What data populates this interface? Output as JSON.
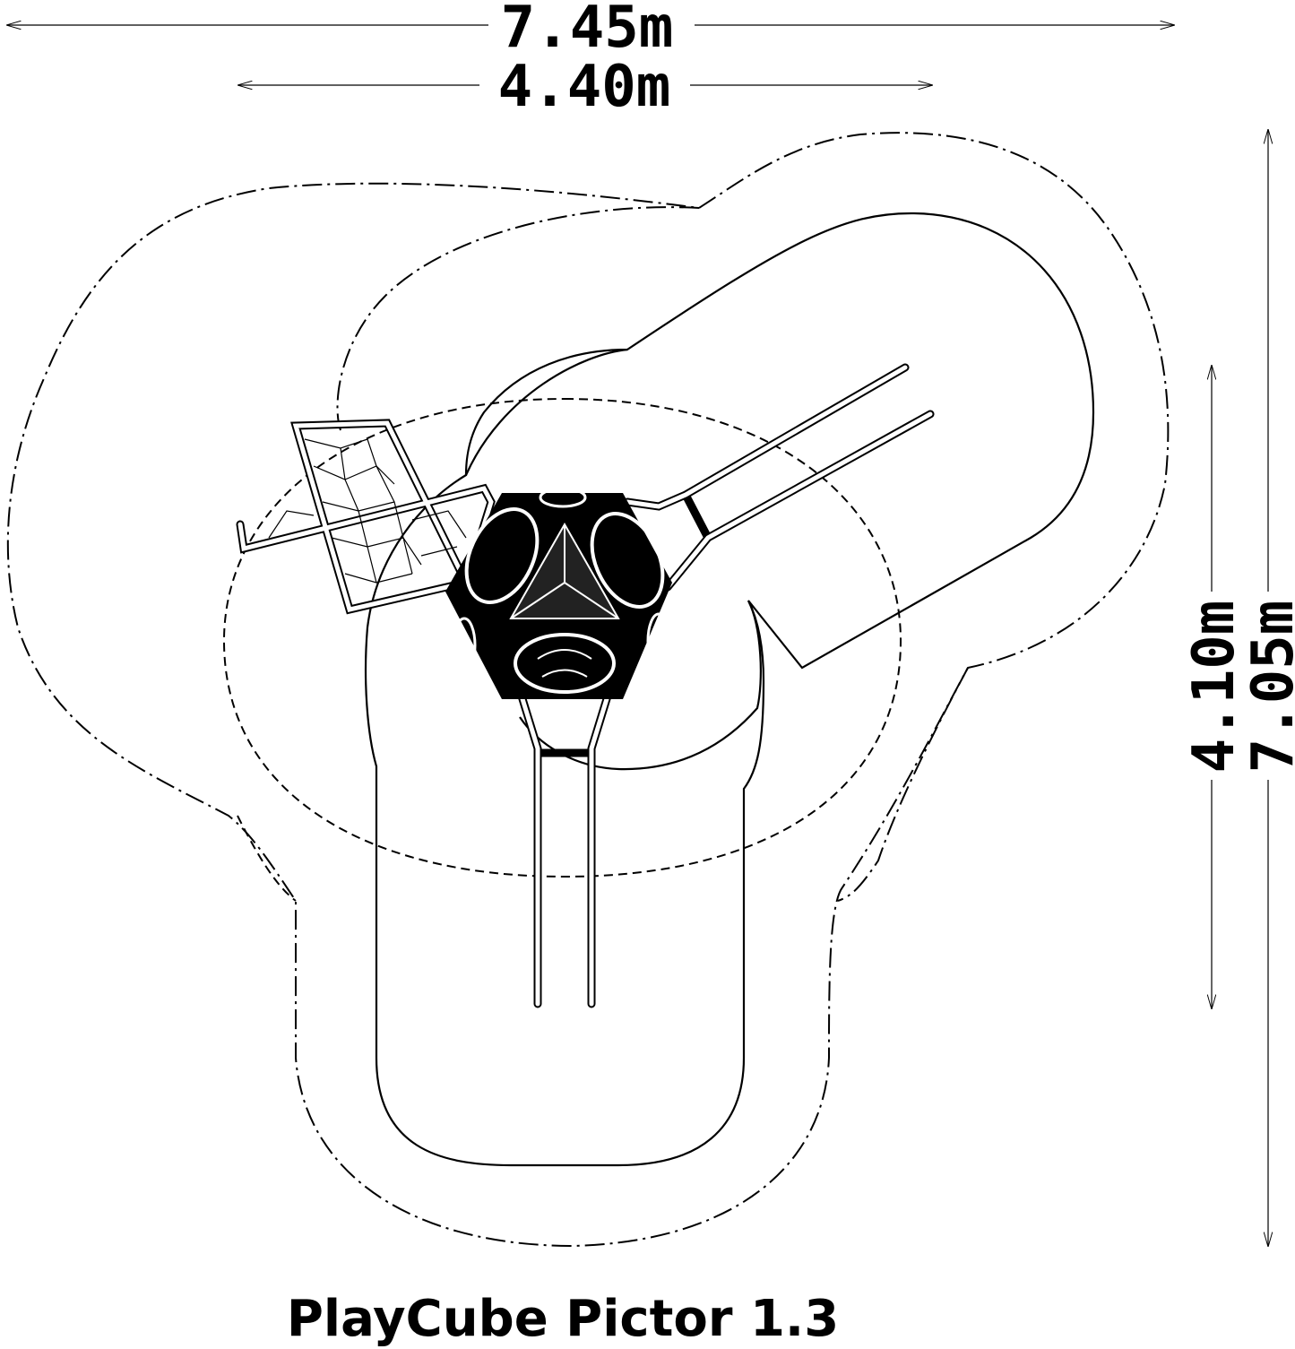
{
  "title": "PlayCube Pictor 1.3",
  "dimensions": {
    "overall_width": "7.45m",
    "equipment_width": "4.40m",
    "equipment_depth": "4.10m",
    "overall_depth": "7.05m"
  },
  "legend": {
    "safety_area_line": "dash-dot",
    "fall_zone_line": "dashed",
    "free_space_line": "solid"
  },
  "colors": {
    "ink": "#000000",
    "background": "#ffffff"
  }
}
